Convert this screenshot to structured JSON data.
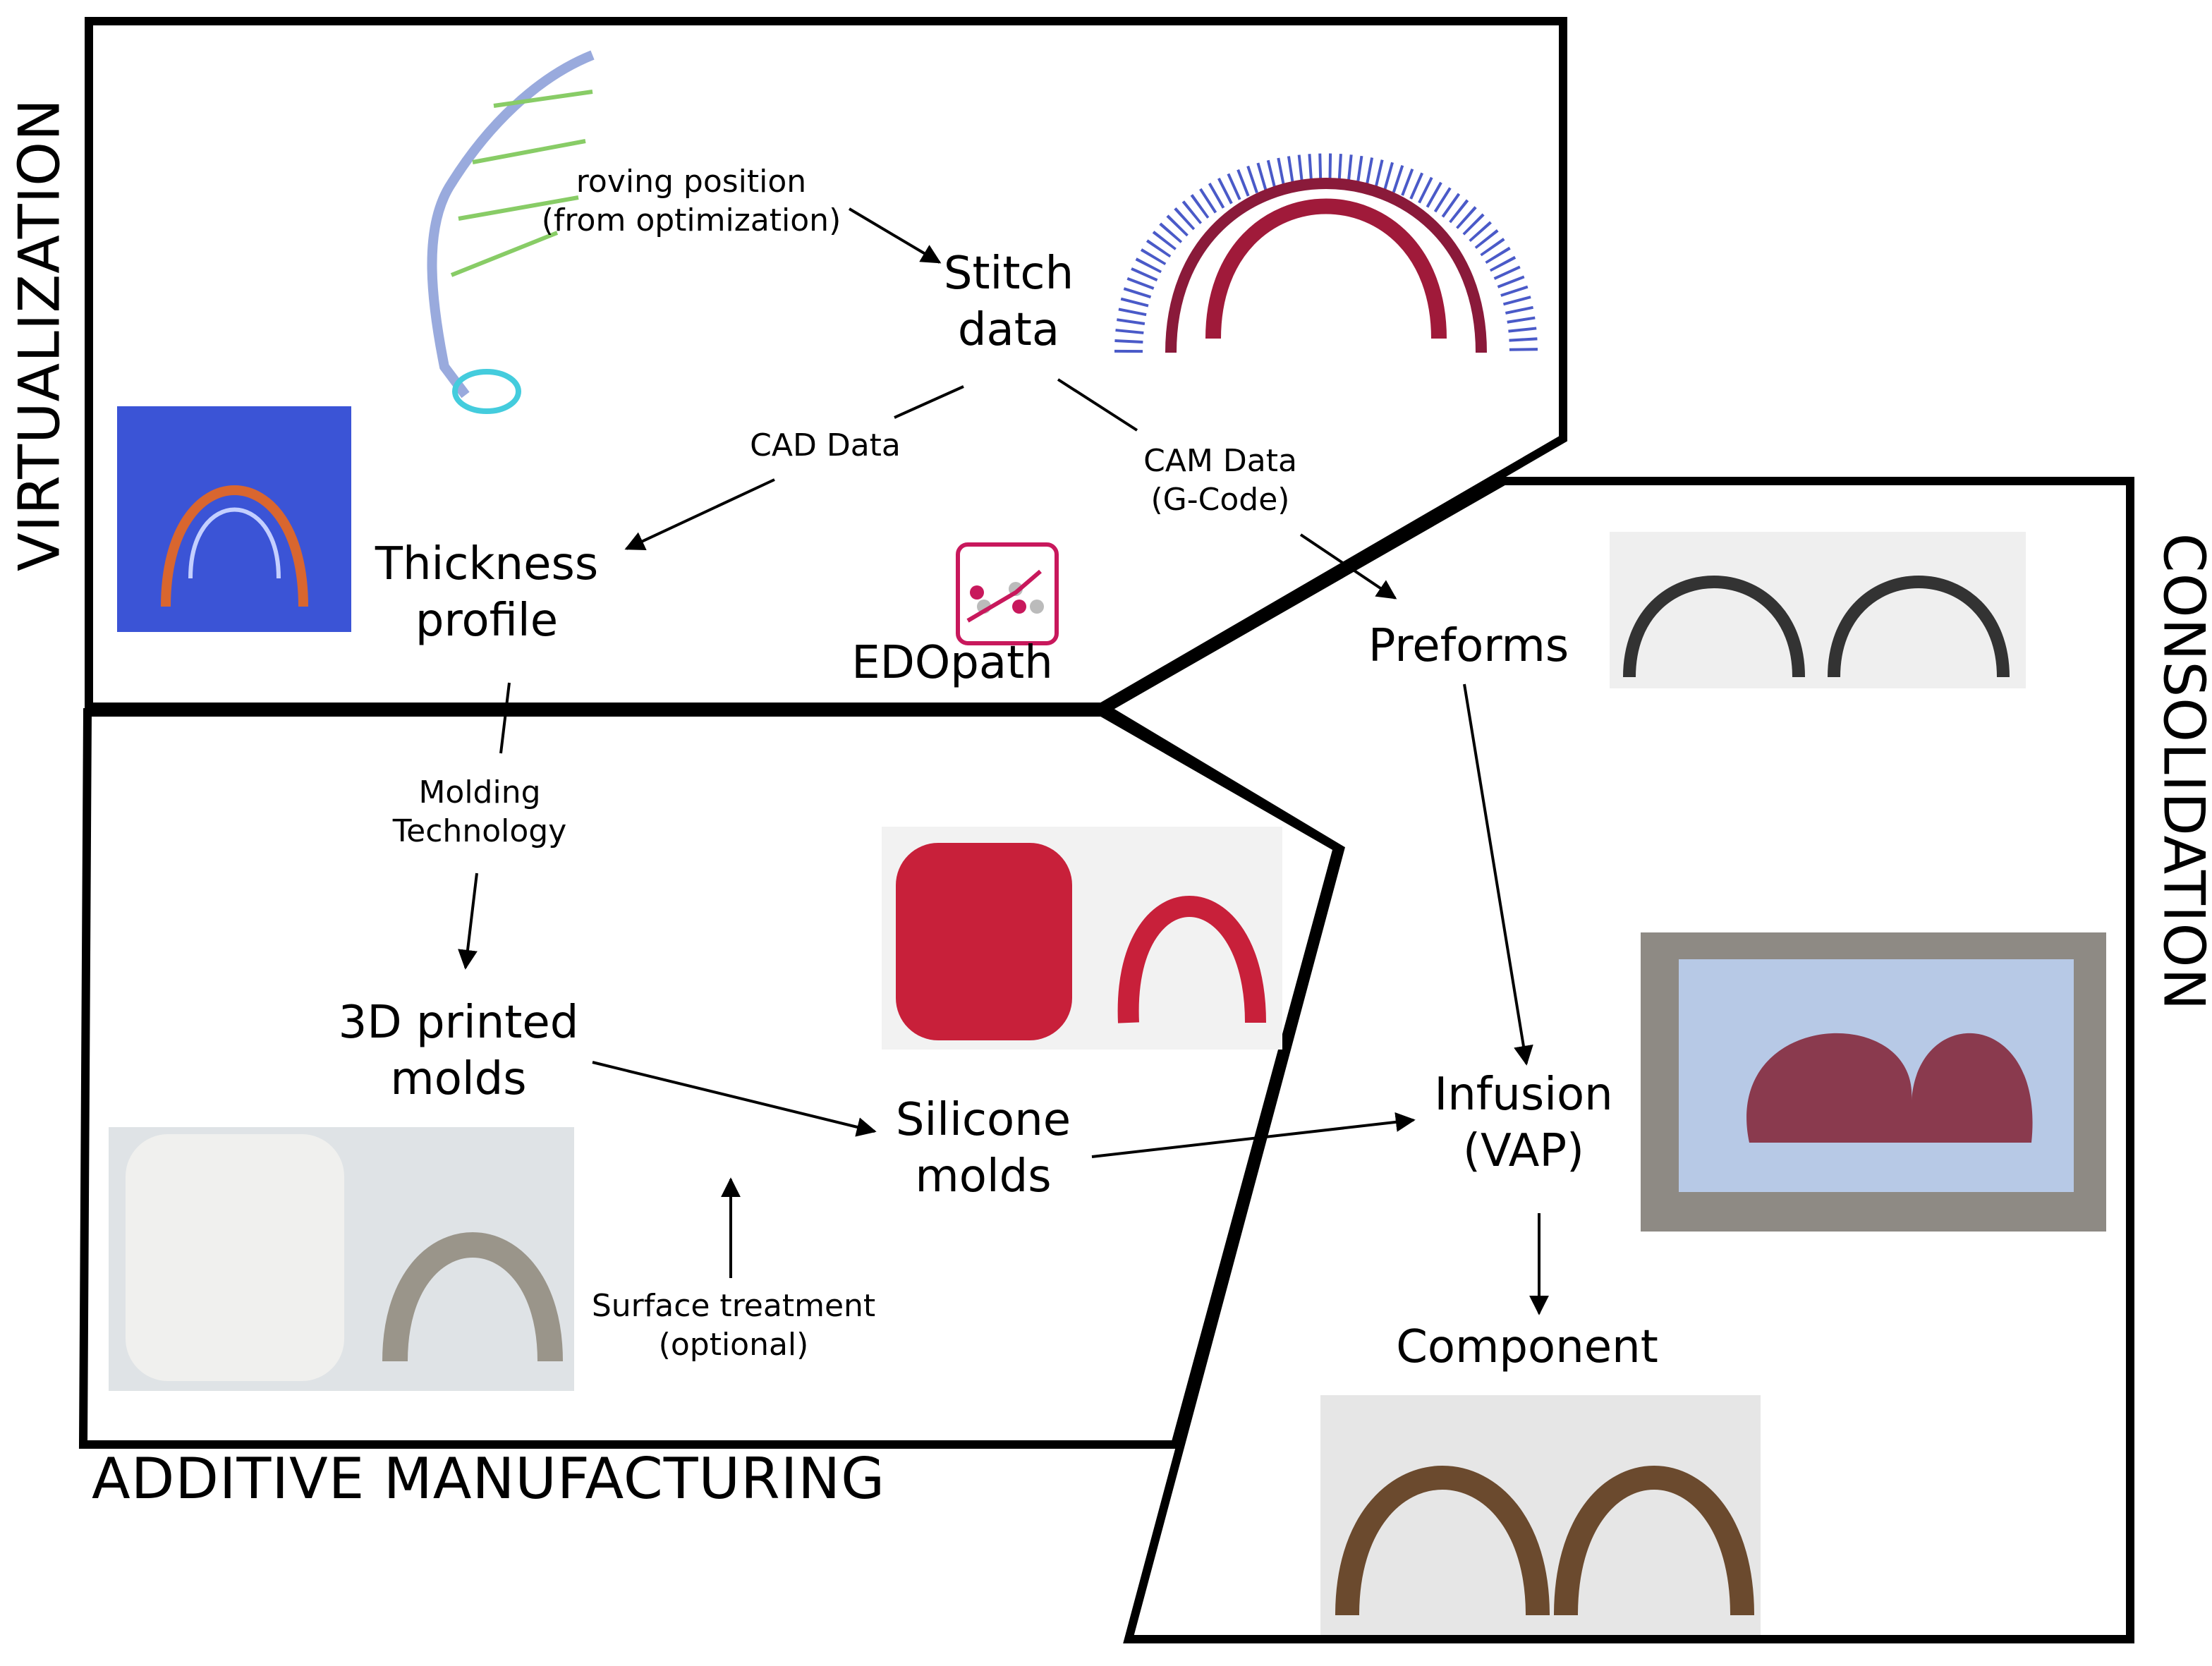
{
  "sections": {
    "virtualization": "VIRTUALIZATION",
    "consolidation": "CONSOLIDATION",
    "additive": "ADDITIVE MANUFACTURING"
  },
  "nodes": {
    "stitch_data": "Stitch\ndata",
    "thickness_profile": "Thickness\nprofile",
    "edopath": "EDOpath",
    "preforms": "Preforms",
    "printed_molds": "3D printed\nmolds",
    "silicone_molds": "Silicone\nmolds",
    "infusion": "Infusion\n(VAP)",
    "component": "Component"
  },
  "edge_labels": {
    "roving": "roving position\n(from optimization)",
    "cad": "CAD Data",
    "cam": "CAM Data\n(G-Code)",
    "molding": "Molding\nTechnology",
    "surface": "Surface treatment\n(optional)"
  },
  "colors": {
    "line": "#000000",
    "logo": "#c8185c",
    "red_mold": "#c8203a",
    "cad_blue": "#3b54d6",
    "bronze": "#6b4a2e"
  }
}
